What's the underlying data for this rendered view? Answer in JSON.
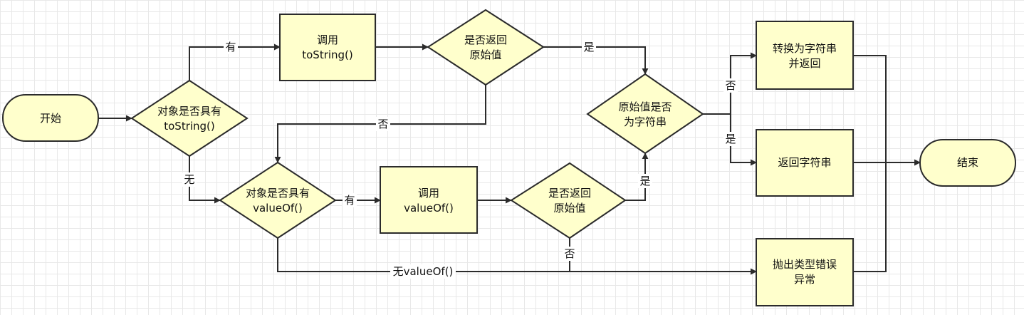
{
  "nodes": {
    "start": {
      "text": [
        "开始"
      ]
    },
    "has_tostring": {
      "text": [
        "对象是否具有",
        "toString()"
      ]
    },
    "call_tostring": {
      "text": [
        "调用",
        "toString()"
      ]
    },
    "tostring_primitive": {
      "text": [
        "是否返回",
        "原始值"
      ]
    },
    "is_string": {
      "text": [
        "原始值是否",
        "为字符串"
      ]
    },
    "convert_return": {
      "text": [
        "转换为字符串",
        "并返回"
      ]
    },
    "return_string": {
      "text": [
        "返回字符串"
      ]
    },
    "end": {
      "text": [
        "结束"
      ]
    },
    "has_valueof": {
      "text": [
        "对象是否具有",
        "valueOf()"
      ]
    },
    "call_valueof": {
      "text": [
        "调用",
        "valueOf()"
      ]
    },
    "valueof_primitive": {
      "text": [
        "是否返回",
        "原始值"
      ]
    },
    "throw_error": {
      "text": [
        "抛出类型错误",
        "异常"
      ]
    }
  },
  "edge_labels": {
    "has_tostring_yes": "有",
    "tostring_primitive_yes": "是",
    "tostring_primitive_no": "否",
    "has_tostring_no": "无",
    "has_valueof_yes": "有",
    "valueof_primitive_yes": "是",
    "valueof_primitive_no": "否",
    "is_string_no": "否",
    "is_string_yes": "是",
    "no_valueof": "无valueOf()"
  }
}
